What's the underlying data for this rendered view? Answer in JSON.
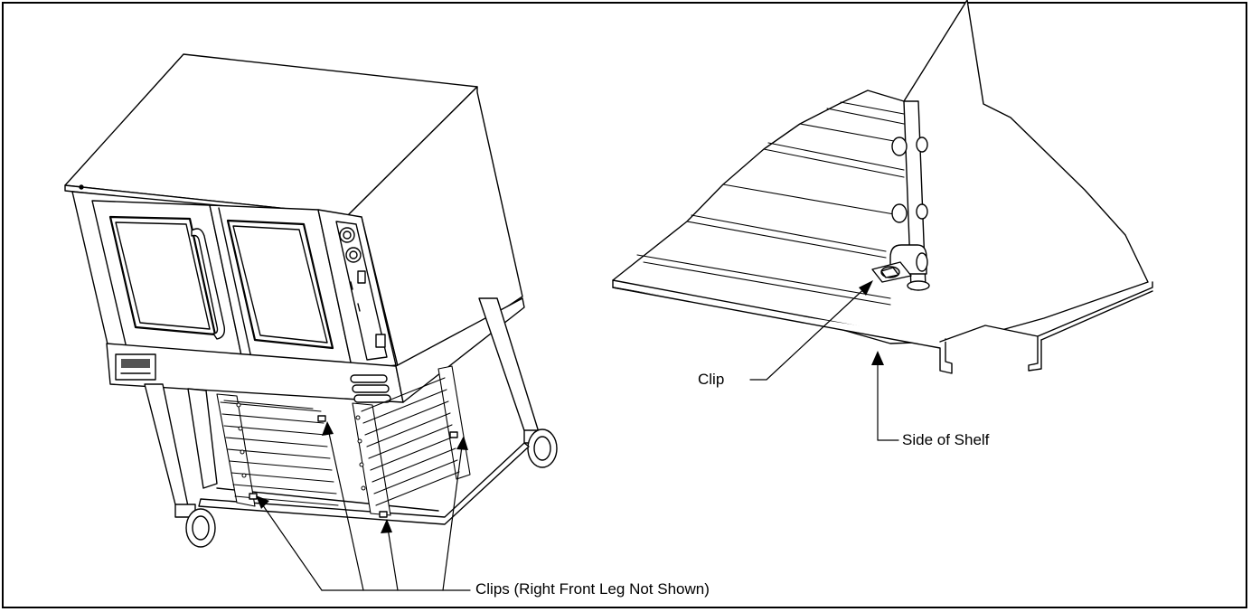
{
  "figure": {
    "labels": {
      "clips": "Clips (Right Front Leg Not Shown)",
      "clip": "Clip",
      "side_of_shelf": "Side of Shelf"
    },
    "colors": {
      "line": "#000000",
      "background": "#ffffff",
      "shade": "#d9d9d9"
    }
  }
}
